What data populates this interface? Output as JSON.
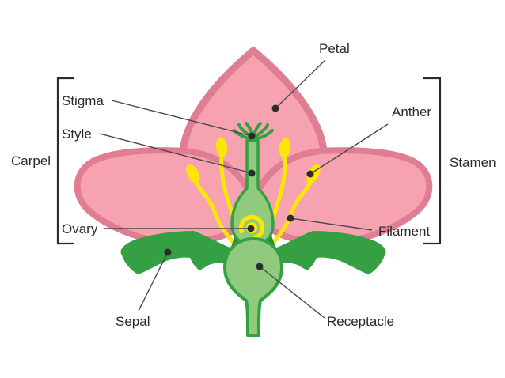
{
  "title": "Parts of a flower diagram",
  "colors": {
    "background": "#ffffff",
    "petal_fill": "#f6a2b1",
    "petal_stroke": "#e07d93",
    "green_dark": "#35a043",
    "green_shadow": "#27873a",
    "green_light": "#8fca7d",
    "yellow": "#fde506",
    "leader_line": "#4a4a4a",
    "dot": "#2b2b2b",
    "text": "#2b2b2b"
  },
  "labels": {
    "petal": "Petal",
    "stigma": "Stigma",
    "style": "Style",
    "carpel": "Carpel",
    "ovary": "Ovary",
    "sepal": "Sepal",
    "anther": "Anther",
    "stamen": "Stamen",
    "filament": "Filament",
    "receptacle": "Receptacle"
  }
}
